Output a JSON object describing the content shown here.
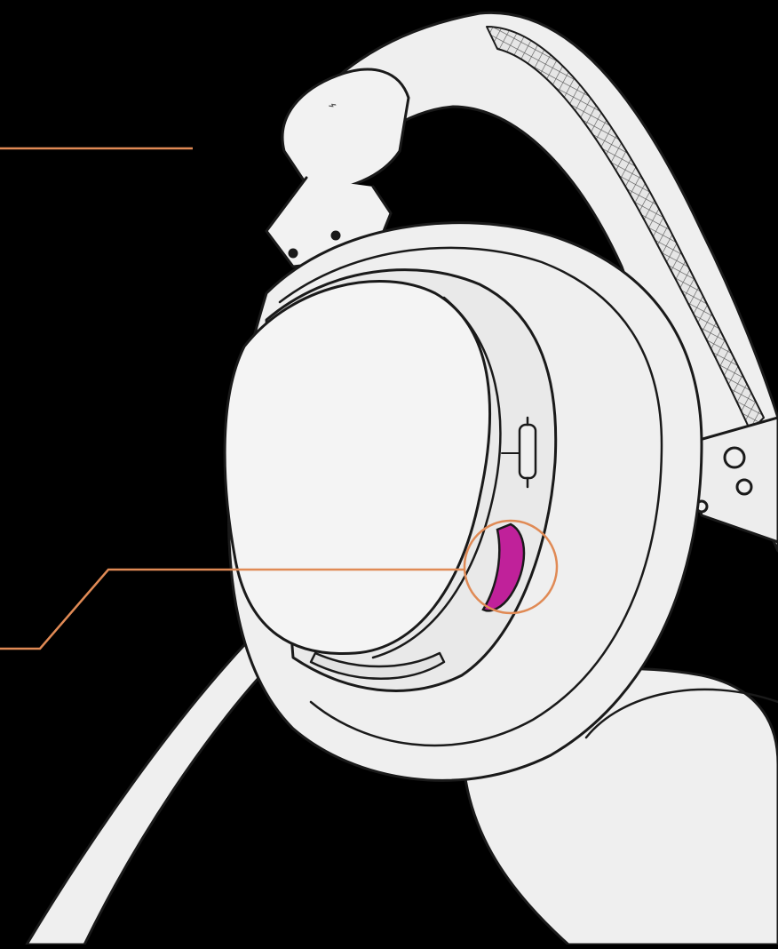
{
  "diagram": {
    "subject": "wireless-headset",
    "background": "#000000",
    "colors": {
      "line_art_fill": "#efefef",
      "line_art_stroke": "#1a1a1a",
      "callout_line": "#e08a55",
      "highlighted_control": "#c0219a"
    },
    "callouts": [
      {
        "id": "callout-top",
        "text": ""
      },
      {
        "id": "callout-bottom",
        "text": ""
      }
    ],
    "highlight": "earcup-control-wheel"
  }
}
